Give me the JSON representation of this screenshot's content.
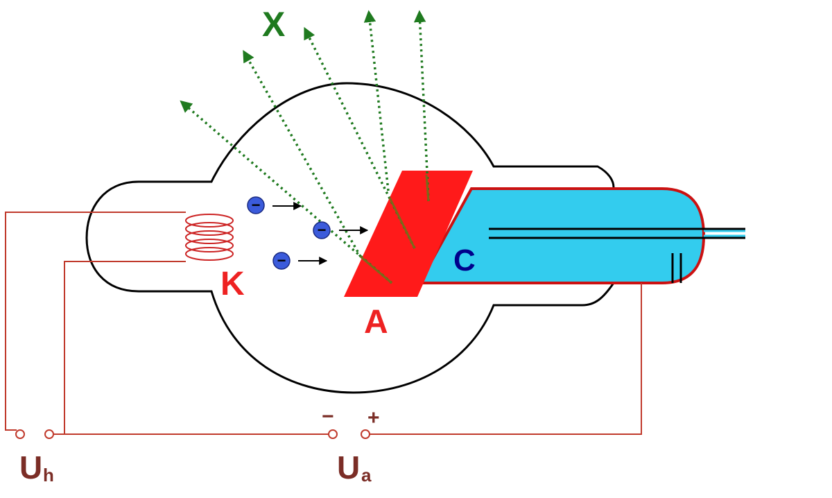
{
  "labels": {
    "x_rays": "X",
    "cathode": "K",
    "anode": "A",
    "cooling": "C",
    "heater_voltage": "U",
    "heater_voltage_sub": "h",
    "anode_voltage": "U",
    "anode_voltage_sub": "a",
    "minus_sign": "−",
    "plus_sign": "+",
    "electron_sign": "−"
  },
  "colors": {
    "tube_outline": "#000000",
    "wire": "#c0392b",
    "anode": "#ff1a1a",
    "cooling_fill": "#33ccee",
    "cooling_border": "#cc1111",
    "xray": "#1f7a1f",
    "electron": "#3b5bdb",
    "label_red": "#ee2222",
    "label_blue": "#00008b",
    "label_green": "#1f7a1f",
    "voltage_label": "#7b2d26"
  },
  "icons": {
    "electron": "electron-icon",
    "filament": "filament-coil-icon",
    "terminal": "terminal-icon"
  }
}
